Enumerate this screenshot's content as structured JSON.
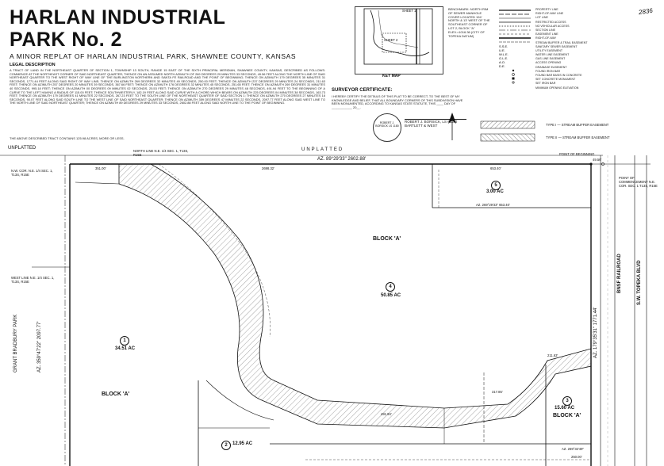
{
  "header": {
    "title_line1": "HARLAN INDUSTRIAL",
    "title_line2": "PARK No. 2",
    "subtitle": "A MINOR REPLAT OF HARLAN INDUSTRIAL PARK, SHAWNEE COUNTY, KANSAS",
    "page_number": "2836"
  },
  "legal_description": {
    "heading": "LEGAL DESCRIPTION",
    "body": "A TRACT OF LAND IN THE NORTHEAST QUARTER OF SECTION 1, TOWNSHIP 13 SOUTH, RANGE 15 EAST OF THE SIXTH PRINCIPAL MERIDIAN, SHAWNEE COUNTY, KANSAS, DESCRIBED AS FOLLOWS: COMMENCE AT THE NORTHEAST CORNER OF SAID NORTHEAST QUARTER; THENCE ON AN ASSUMED NORTH AZIMUTH OF 269 DEGREES 29 MINUTES 33 SECONDS, 49.56 FEET ALONG THE NORTH LINE OF SAID NORTHEAST QUARTER TO THE WEST RIGHT OF WAY LINE OF THE BURLINGTON NORTHERN AND SANTA FE RAILROAD AND THE POINT OF BEGINNING; THENCE ON AZIMUTH 179 DEGREES 35 MINUTES 31 SECONDS, 1771.44 FEET ALONG SAID RIGHT OF WAY LINE; THENCE ON AZIMUTH 269 DEGREES 32 MINUTES 49 SECONDS, 250.00 FEET; THENCE ON AZIMUTH 237 DEGREES 29 MINUTES 24 SECONDS, 211.63 FEET; THENCE ON AZIMUTH 257 DEGREES 20 MINUTES 39 SECONDS, 367.66 FEET; THENCE ON AZIMUTH 176 DEGREES 32 MINUTES 45 SECONDS, 251.65 FEET; THENCE ON AZIMUTH 269 DEGREES 31 MINUTES 40 SECONDS, 995.18 FEET; THENCE ON AZIMUTH 00 DEGREES 09 MINUTES 02 SECONDS, 25.53 FEET; THENCE ON AZIMUTH 270 DEGREES 29 MINUTES 48 SECONDS, 491.94 FEET TO THE BEGINNING OF A CURVE TO THE LEFT HAVING A RADIUS OF 115.00 FEET; THENCE SOUTHWESTERLY, 182.19 FEET ALONG SAID CURVE WITH A CHORD WHICH BEARS ON AZIMUTH 225 DEGREES 04 MINUTES 38 SECONDS, 163.73 FEET; THENCE ON AZIMUTH 179 DEGREES 41 MINUTES 22 SECONDS, 267.23 FEET TO THE SOUTH LINE OF THE NORTHEAST QUARTER OF SAID SECTION 1; THENCE ON AZIMUTH 270 DEGREES 27 MINUTES 16 SECONDS, 90.07 FEET ALONG SAID SOUTH LINE TO THE WEST LINE OF SAID NORTHEAST QUARTER; THENCE ON AZIMUTH 359 DEGREES 47 MINUTES 22 SECONDS, 2097.77 FEET ALONG SAID WEST LINE TO THE NORTH LINE OF SAID NORTHEAST QUARTER; THENCE ON AZIMUTH 89 DEGREES 29 MINUTES 33 SECONDS, 2602.88 FEET ALONG SAID NORTH LINE TO THE POINT OF BEGINNING.",
    "area_note": "THE ABOVE DESCRIBED TRACT CONTAINS 125.98 ACRES, MORE OR LESS."
  },
  "certificate": {
    "heading": "SURVEYOR CERTIFICATE:",
    "body": "I HEREBY CERTIFY THE DETAILS OF THIS PLAT TO BE CORRECT, TO THE BEST OF MY KNOWLEDGE AND BELIEF, THAT ALL BOUNDARY CORNERS OF THIS SUBDIVISION HAVE BEEN MONUMENTED, ACCORDING TO KANSAS STATE STATUTE, THIS ____ DAY OF ____________ 20__.",
    "surveyor": "ROBERT J. BORSICK, LS #1180",
    "firm": "BARTLETT & WEST",
    "stamp_text": "ROBERT J. BORSICK LS 1180"
  },
  "key_map": {
    "caption": "KEY MAP",
    "sheet1": "SHEET 1",
    "sheet2": "SHEET 2"
  },
  "benchmark": "BENCHMARK: NORTH RIM OF SEWER MANHOLE COVER LOCATED 194' NORTH & 13' WEST OF THE SOUTHEAST CORNER OF LOT 2, BLOCK \"A\" ELEV.=1016.36 (CITY OF TOPEKA DATUM)",
  "legend": [
    "PROPERTY LINE",
    "RIGHT-OF-WAY LINE",
    "LOT LINE",
    "RESTRICTED ACCESS",
    "NO VEHICULAR ACCESS",
    "SECTION LINE",
    "EASEMENT LINE",
    "RIGHT-OF-WAY",
    "STREAM BUFFER & TRAIL EASEMENT",
    "SANITARY SEWER EASEMENT",
    "UTILITY EASEMENT",
    "WATER LINE EASEMENT",
    "GAS LINE EASEMENT",
    "ACCESS OPENING",
    "DRAINAGE EASEMENT",
    "FOUND IRON BAR",
    "FOUND BAR BASIS IN CONCRETE",
    "SET CONCRETE MONUMENT",
    "SET IRON BAR",
    "MINIMUM OPENING ELEVATION"
  ],
  "buffer_legend": {
    "type1": "TYPE I — STREAM BUFFER EASEMENT",
    "type2": "TYPE II — STREAM BUFFER EASEMENT"
  },
  "plat_labels": {
    "unplatted_left": "UNPLATTED",
    "unplatted_top": "UNPLATTED",
    "north_line_az": "AZ. 89°29'33\" 2602.88'",
    "dist_2698": "2698.32'",
    "dist_351": "351.00'",
    "north_line_note": "NORTH LINE N.E. 1/4 SEC. 1, T13S, R15E",
    "nw_cor": "N.W. COR. N.E. 1/4 SEC. 1, T13S, R15E",
    "west_line_note": "WEST LINE N.E. 1/4 SEC. 1, T13S, R15E",
    "pob": "POINT OF BEGINNING",
    "poc": "POINT OF COMMENCEMENT N.E. COR. SEC. 1 T13S, R15E",
    "dist_4956": "49.56'",
    "grant_park": "GRANT BRADBURY PARK",
    "west_az": "AZ. 359°47'22\" 2097.77'",
    "east_az": "AZ. 179°35'31\" 1771.44'",
    "railroad": "BNSF RAILROAD",
    "blvd": "S.W. TOPEKA BLVD",
    "lot5_area": "3.00 AC",
    "lot5_no": "5",
    "lot5_dist": "653.40'",
    "lot5_az": "AZ. 269°29'33\" 653.40'",
    "lot4_area": "50.85 AC",
    "lot4_no": "4",
    "lot1_area": "34.51 AC",
    "lot1_no": "1",
    "lot2_area": "12.95 AC",
    "lot2_no": "2",
    "lot3_area": "15.60 AC",
    "lot3_no": "3",
    "block_a": "BLOCK 'A'",
    "dist_bottom": "250.00'",
    "az_bottom": "AZ. 269°32'49\"",
    "dist_4918": "491.94'",
    "dist_317": "317.85'",
    "dist_21163": "211.63'"
  }
}
